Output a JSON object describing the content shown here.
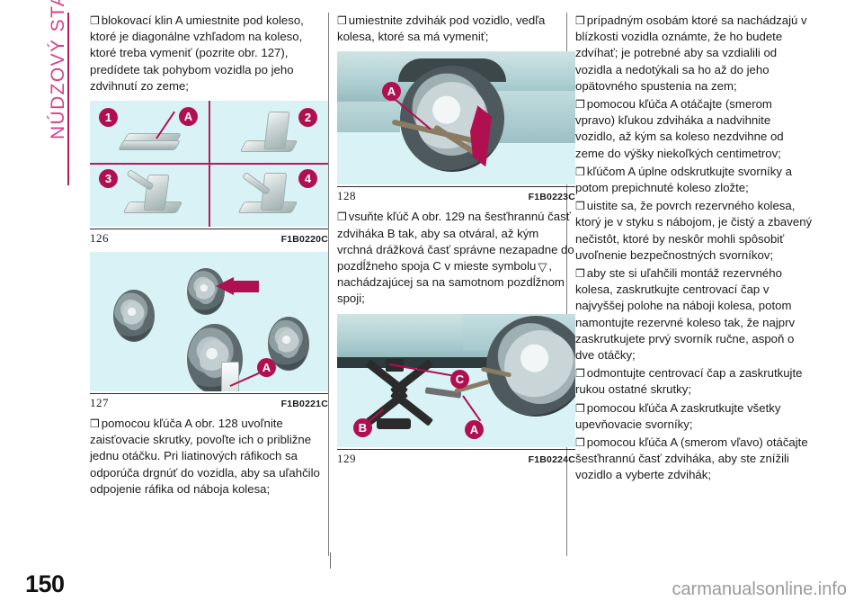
{
  "document": {
    "chapter_label": "NÚDZOVÝ STAV",
    "page_number": "150",
    "watermark": "carmanualsonline.info",
    "bullet_glyph": "❒",
    "triangle_glyph": "▽",
    "colors": {
      "accent_pink": "#d6418a",
      "accent_dark": "#b01050",
      "rule": "#b51b5d",
      "figure_background": "#d8f2f6",
      "text": "#1b1b1b",
      "divider": "#808080",
      "watermark": "#9a9a9a"
    }
  },
  "column1": {
    "paragraph_1": "blokovací klin A umiestnite pod koleso, ktoré je diagonálne vzhľadom na koleso, ktoré treba vymeniť (pozrite obr. 127), predídete tak pohybom vozidla po jeho zdvihnutí zo zeme;",
    "figure_126": {
      "number": "126",
      "code": "F1B0220C",
      "badges": [
        "1",
        "2",
        "3",
        "4"
      ],
      "callouts": [
        "A"
      ],
      "description": "chock-unfolding-sequence"
    },
    "figure_127": {
      "number": "127",
      "code": "F1B0221C",
      "callouts": [
        "A"
      ],
      "description": "four-wheels-with-chock-placement"
    },
    "paragraph_2": "pomocou kľúča A obr. 128 uvoľnite zaisťovacie skrutky, povoľte ich o približne jednu otáčku. Pri liatinových ráfikoch sa odporúča drgnúť do vozidla, aby sa uľahčilo odpojenie ráfika od náboja kolesa;"
  },
  "column2": {
    "paragraph_1": "umiestnite zdvihák pod vozidlo, vedľa kolesa, ktoré sa má vymeniť;",
    "figure_128": {
      "number": "128",
      "code": "F1B0223C",
      "callouts": [
        "A"
      ],
      "description": "wheel-with-wrench-loosening-bolts"
    },
    "paragraph_2_part1": "vsuňte kľúč A obr. 129 na šesťhrannú časť zdviháka B tak, aby sa otváral, až kým vrchná drážková časť správne nezapadne do pozdĺžneho spoja C v mieste symbolu",
    "paragraph_2_part2": ", nachádzajúcej sa na samotnom pozdĺžnom spoji;",
    "figure_129": {
      "number": "129",
      "code": "F1B0224C",
      "callouts": [
        "A",
        "B",
        "C"
      ],
      "description": "scissor-jack-under-vehicle-sill"
    }
  },
  "column3": {
    "paragraph_1": "prípadným osobám ktoré sa nachádzajú v blízkosti vozidla oznámte, že ho budete zdvíhať; je potrebné aby sa vzdialili od vozidla a nedotýkali sa ho až do jeho opätovného spustenia na zem;",
    "paragraph_2": "pomocou kľúča A otáčajte (smerom vpravo) kľukou zdviháka a nadvihnite vozidlo, až kým sa koleso nezdvihne od zeme do výšky niekoľkých centimetrov;",
    "paragraph_3": "kľúčom A úplne odskrutkujte svorníky a potom prepichnuté koleso zložte;",
    "paragraph_4": "uistite sa, že povrch rezervného kolesa, ktorý je v styku s nábojom, je čistý a zbavený nečistôt, ktoré by neskôr mohli spôsobiť uvoľnenie bezpečnostných svorníkov;",
    "paragraph_5": "aby ste si uľahčili montáž rezervného kolesa, zaskrutkujte centrovací čap v najvyššej polohe na náboji kolesa, potom namontujte rezervné koleso tak, že najprv zaskrutkujete prvý svorník ručne, aspoň o dve otáčky;",
    "paragraph_6": "odmontujte centrovací čap a zaskrutkujte rukou ostatné skrutky;",
    "paragraph_7": "pomocou kľúča A zaskrutkujte všetky upevňovacie svorníky;",
    "paragraph_8": "pomocou kľúča A (smerom vľavo) otáčajte šesťhrannú časť zdviháka, aby ste znížili vozidlo a vyberte zdvihák;"
  }
}
